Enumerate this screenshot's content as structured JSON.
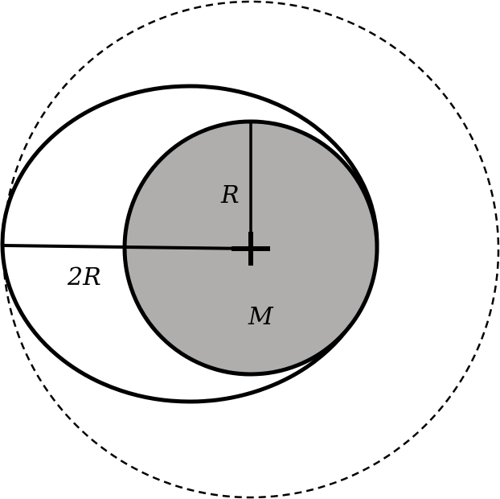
{
  "labels": {
    "radius": "R",
    "double_radius": "2R",
    "mass": "M"
  },
  "colors": {
    "stroke": "#000000",
    "planet_fill": "#b0adad",
    "background": "#ffffff"
  }
}
